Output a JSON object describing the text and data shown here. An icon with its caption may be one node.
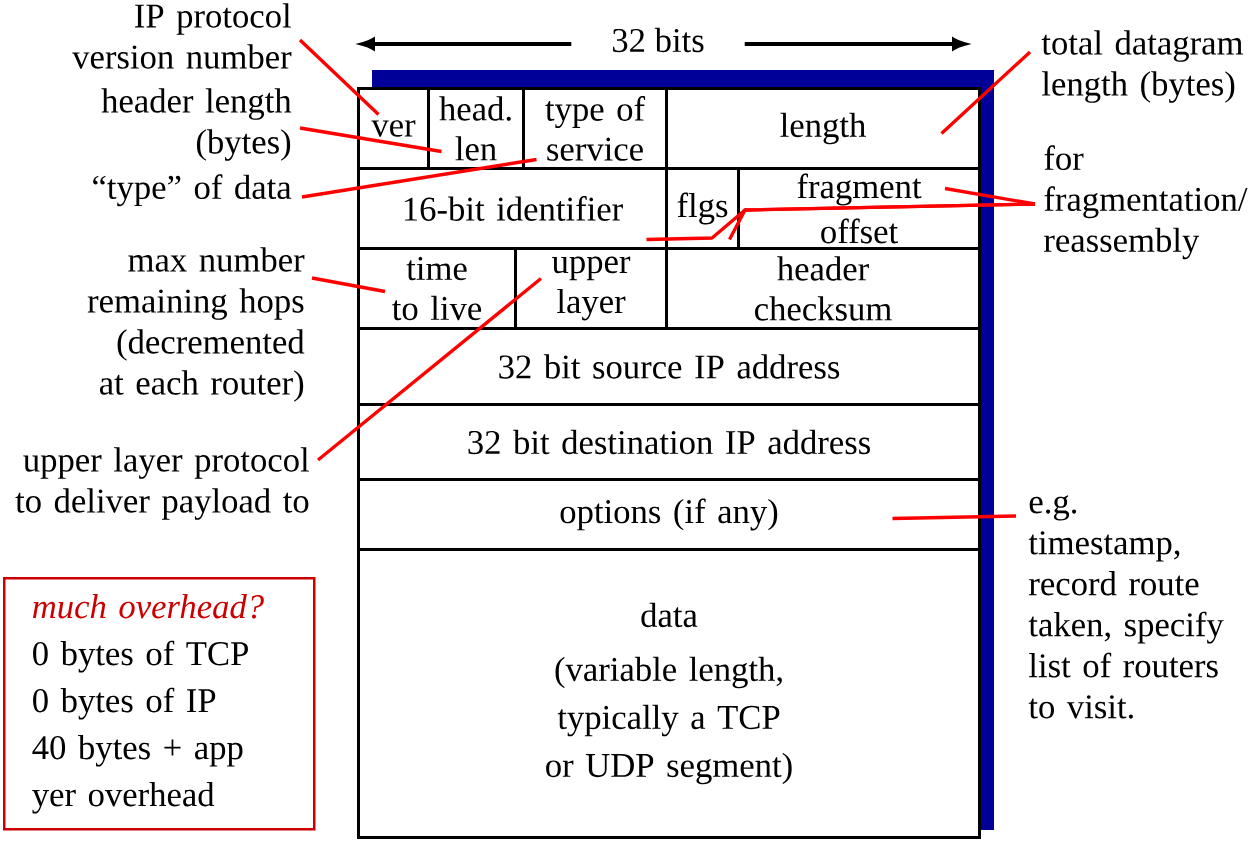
{
  "diagram": {
    "nodes": [
      {
        "text": [
          "ver"
        ]
      },
      {
        "text": [
          "head. len"
        ]
      },
      {
        "text": [
          "type of service"
        ]
      },
      {
        "text": [
          "length"
        ]
      },
      {
        "text": [
          "16-bit identifier"
        ]
      },
      {
        "text": [
          "flgs"
        ]
      },
      {
        "text": [
          "fragment offset"
        ]
      },
      {
        "text": [
          "time to live"
        ]
      },
      {
        "text": [
          "upper layer"
        ]
      },
      {
        "text": [
          "header checksum"
        ]
      },
      {
        "text": [
          "32 bit source IP address"
        ]
      },
      {
        "text": [
          "32 bit destination IP address"
        ]
      },
      {
        "text": [
          "options (if any)"
        ]
      },
      {
        "text": [
          "data",
          "(variable length, typically a TCP or UDP segment)"
        ]
      },
      {
        "text": [
          "IP protocol version number"
        ]
      },
      {
        "text": [
          "header length (bytes)"
        ]
      },
      {
        "text": [
          "“type” of data"
        ]
      },
      {
        "text": [
          "max number remaining hops (decremented at each router)"
        ]
      },
      {
        "text": [
          "upper layer protocol to deliver payload to"
        ]
      },
      {
        "text": [
          "total datagram length (bytes)"
        ]
      },
      {
        "text": [
          "for fragmentation/ reassembly"
        ]
      },
      {
        "text": [
          "e.g. timestamp, record route taken, specify list of routers to visit."
        ]
      },
      {
        "text": [
          "much overhead?",
          "0 bytes of TCP",
          "0 bytes of IP",
          "40 bytes + app yer overhead"
        ]
      }
    ],
    "edges": [
      {
        "from": 14,
        "to": 0,
        "arrow": "none"
      },
      {
        "from": 15,
        "to": 1,
        "arrow": "none"
      },
      {
        "from": 16,
        "to": 2,
        "arrow": "none"
      },
      {
        "from": 17,
        "to": 7,
        "arrow": "none"
      },
      {
        "from": 18,
        "to": 8,
        "arrow": "none"
      },
      {
        "from": 19,
        "to": 3,
        "arrow": "none"
      },
      {
        "from": 20,
        "to": 4,
        "arrow": "none"
      },
      {
        "from": 20,
        "to": 5,
        "arrow": "none"
      },
      {
        "from": 20,
        "to": 6,
        "arrow": "none"
      },
      {
        "from": 21,
        "to": 12,
        "arrow": "none"
      }
    ],
    "labels": [
      "32 bits"
    ]
  }
}
